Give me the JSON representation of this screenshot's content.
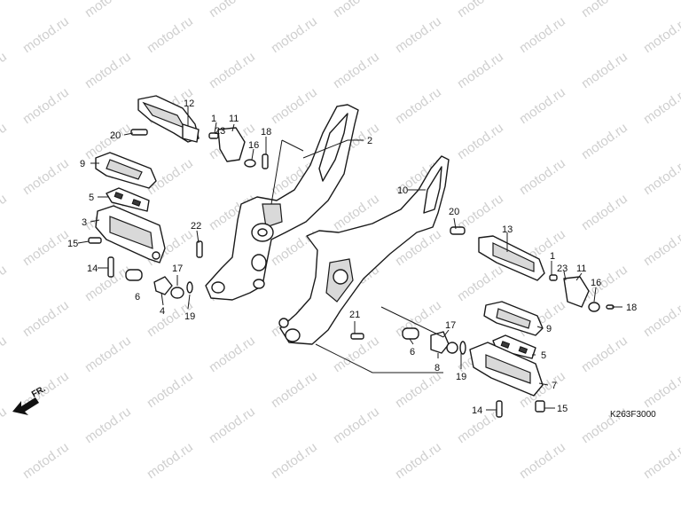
{
  "watermark": "motod.ru",
  "diagram_code": "K263F3000",
  "direction_label": "FR.",
  "callouts": [
    {
      "id": "c12a",
      "label": "12"
    },
    {
      "id": "c1a",
      "label": "1"
    },
    {
      "id": "c11a",
      "label": "11"
    },
    {
      "id": "c23a",
      "label": "23"
    },
    {
      "id": "c20a",
      "label": "20"
    },
    {
      "id": "c16a",
      "label": "16"
    },
    {
      "id": "c18a",
      "label": "18"
    },
    {
      "id": "c2",
      "label": "2"
    },
    {
      "id": "c9a",
      "label": "9"
    },
    {
      "id": "c5a",
      "label": "5"
    },
    {
      "id": "c3",
      "label": "3"
    },
    {
      "id": "c22",
      "label": "22"
    },
    {
      "id": "c15a",
      "label": "15"
    },
    {
      "id": "c14a",
      "label": "14"
    },
    {
      "id": "c17a",
      "label": "17"
    },
    {
      "id": "c6a",
      "label": "6"
    },
    {
      "id": "c4",
      "label": "4"
    },
    {
      "id": "c19a",
      "label": "19"
    },
    {
      "id": "c10",
      "label": "10"
    },
    {
      "id": "c20b",
      "label": "20"
    },
    {
      "id": "c13",
      "label": "13"
    },
    {
      "id": "c1b",
      "label": "1"
    },
    {
      "id": "c23b",
      "label": "23"
    },
    {
      "id": "c11b",
      "label": "11"
    },
    {
      "id": "c16b",
      "label": "16"
    },
    {
      "id": "c18b",
      "label": "18"
    },
    {
      "id": "c21",
      "label": "21"
    },
    {
      "id": "c9b",
      "label": "9"
    },
    {
      "id": "c17b",
      "label": "17"
    },
    {
      "id": "c6b",
      "label": "6"
    },
    {
      "id": "c5b",
      "label": "5"
    },
    {
      "id": "c8",
      "label": "8"
    },
    {
      "id": "c19b",
      "label": "19"
    },
    {
      "id": "c7",
      "label": "7"
    },
    {
      "id": "c14b",
      "label": "14"
    },
    {
      "id": "c15b",
      "label": "15"
    }
  ]
}
